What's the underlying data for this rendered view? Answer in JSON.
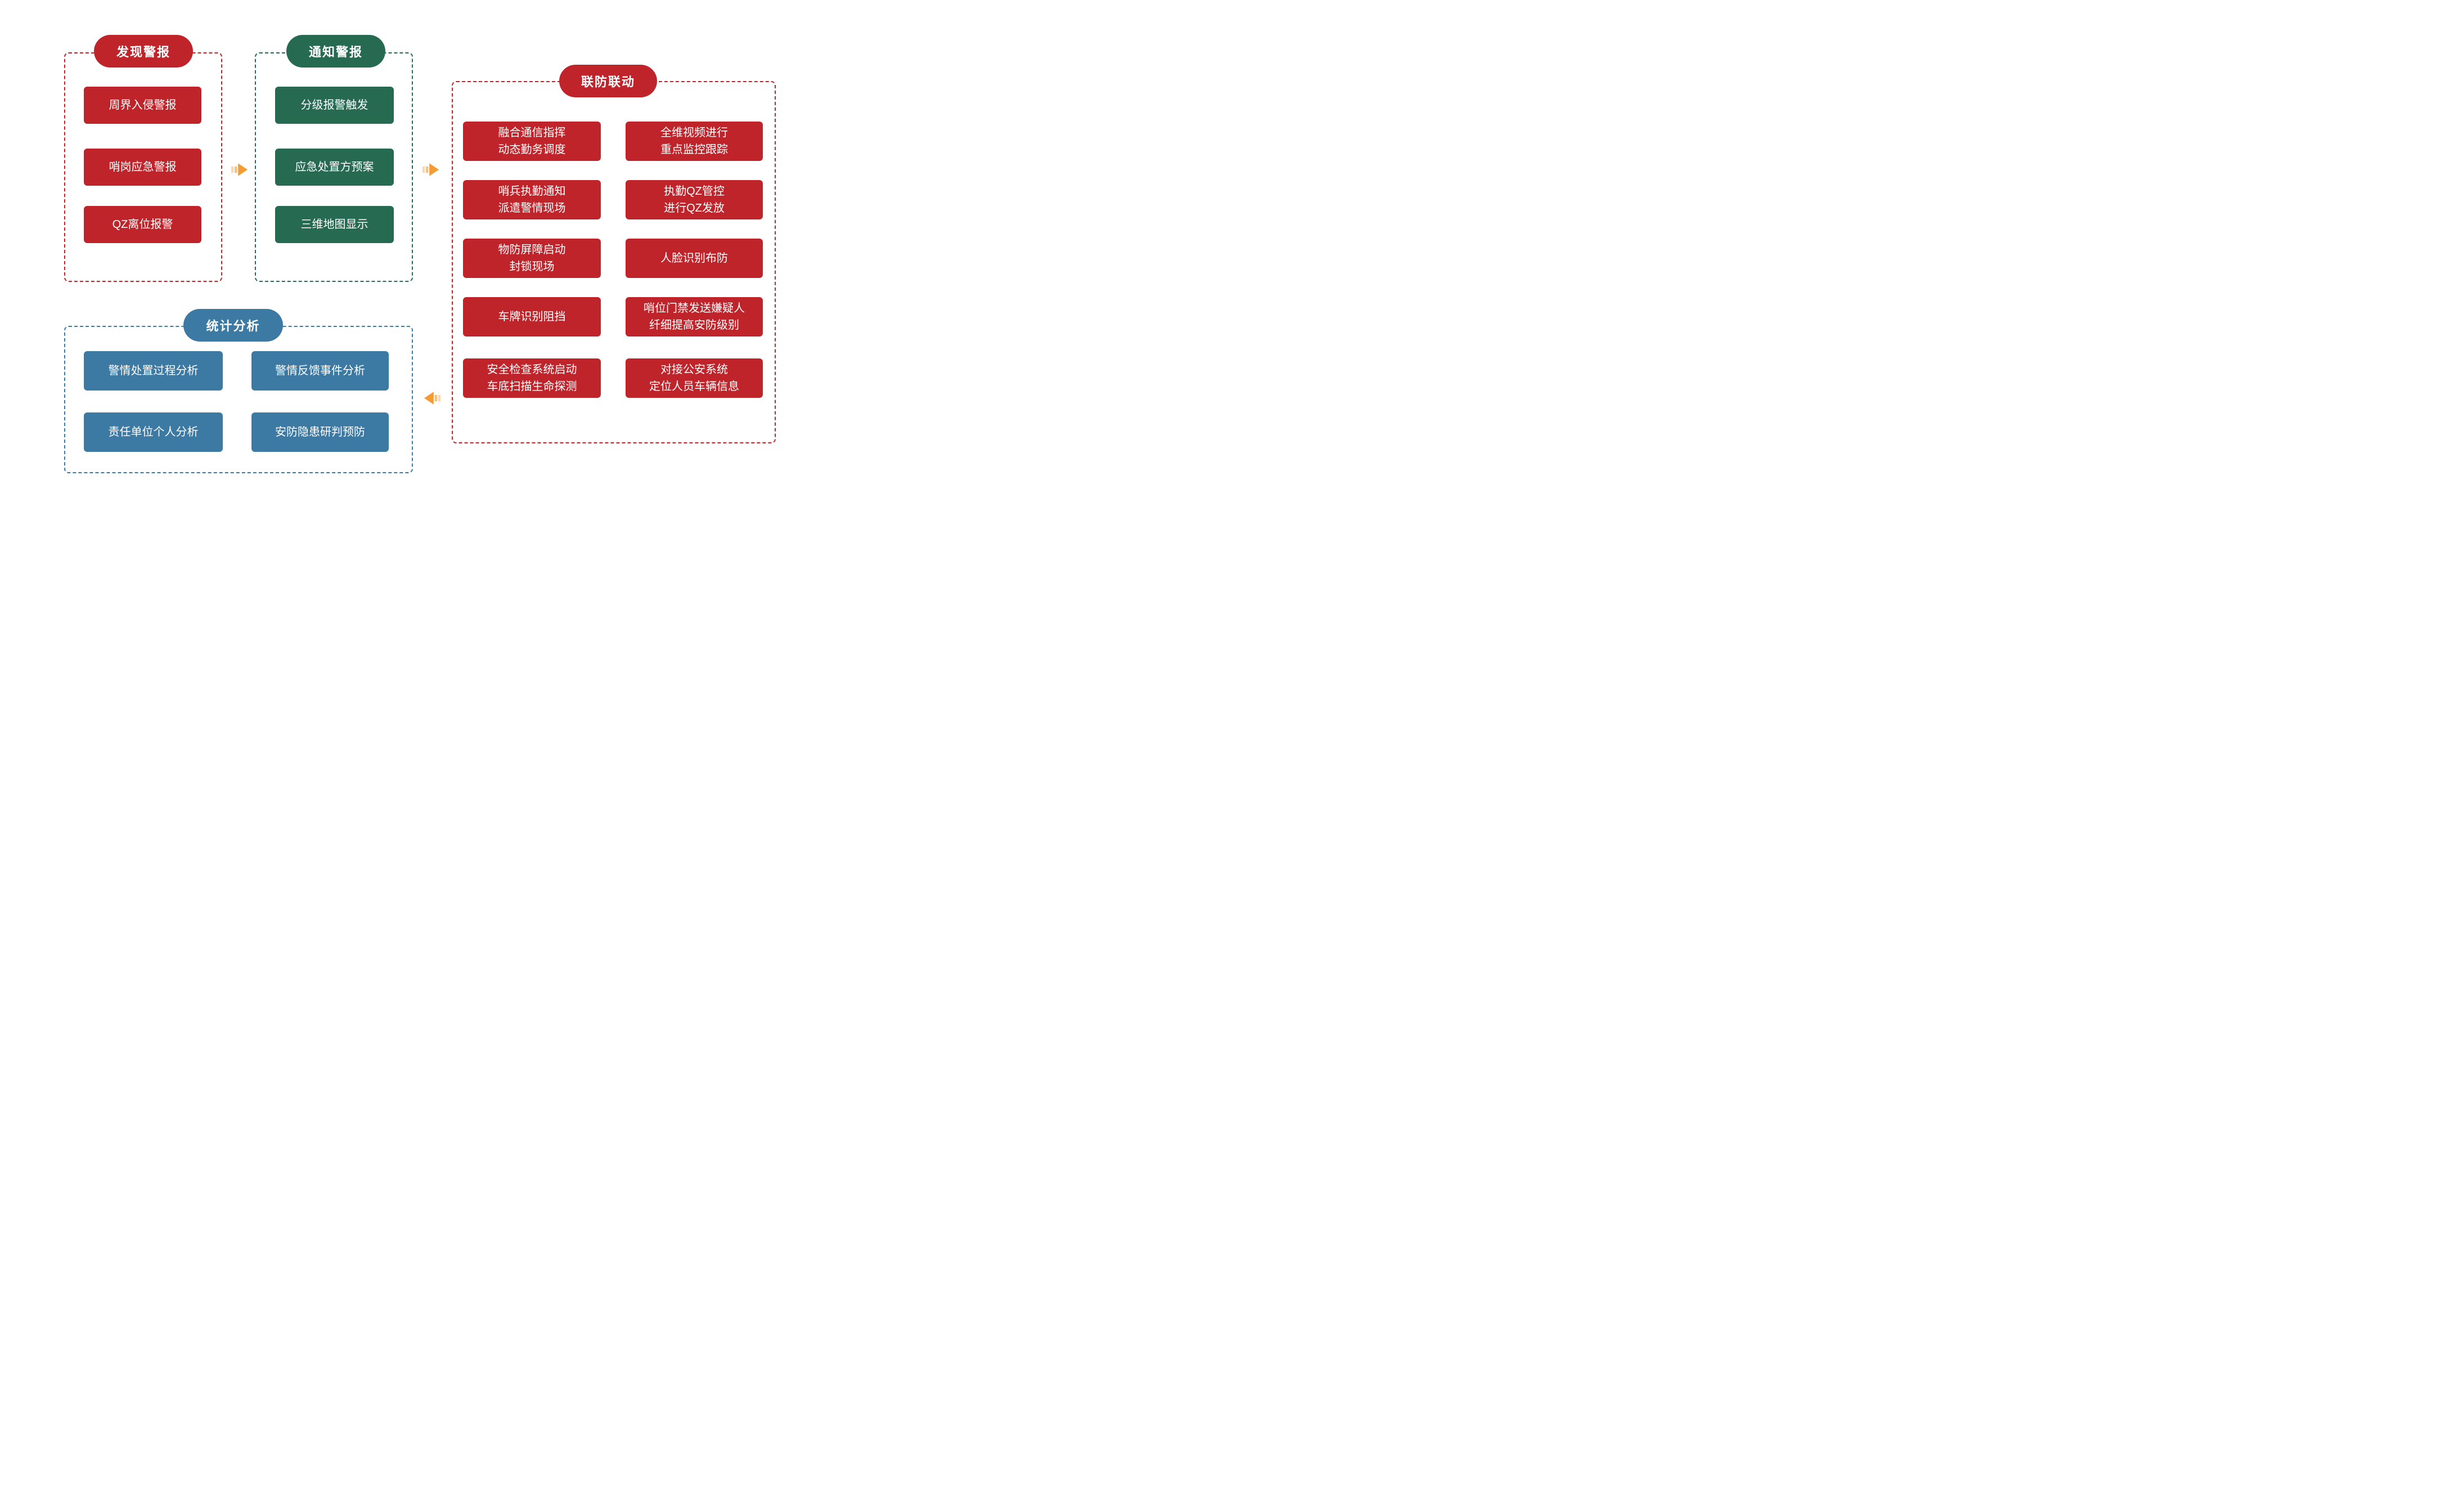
{
  "colors": {
    "red": "#C0242B",
    "green": "#266A51",
    "blue": "#3C79A3",
    "orange": "#F49C33",
    "background": "#FFFFFF"
  },
  "sections": [
    {
      "key": "discover-alarm",
      "title": "发现警报",
      "accent": "#C0242B",
      "items": [
        [
          "周界入侵警报"
        ],
        [
          "哨岗应急警报"
        ],
        [
          "QZ离位报警"
        ]
      ]
    },
    {
      "key": "notify-alarm",
      "title": "通知警报",
      "accent": "#266A51",
      "items": [
        [
          "分级报警触发"
        ],
        [
          "应急处置方预案"
        ],
        [
          "三维地图显示"
        ]
      ]
    },
    {
      "key": "joint-defense",
      "title": "联防联动",
      "accent": "#C0242B",
      "items_left": [
        [
          "融合通信指挥",
          "动态勤务调度"
        ],
        [
          "哨兵执勤通知",
          "派遣警情现场"
        ],
        [
          "物防屏障启动",
          "封锁现场"
        ],
        [
          "车牌识别阻挡"
        ],
        [
          "安全检查系统启动",
          "车底扫描生命探测"
        ]
      ],
      "items_right": [
        [
          "全维视频进行",
          "重点监控跟踪"
        ],
        [
          "执勤QZ管控",
          "进行QZ发放"
        ],
        [
          "人脸识别布防"
        ],
        [
          "哨位门禁发送嫌疑人",
          "纤细提高安防级别"
        ],
        [
          "对接公安系统",
          "定位人员车辆信息"
        ]
      ]
    },
    {
      "key": "statistics",
      "title": "统计分析",
      "accent": "#3C79A3",
      "items": [
        [
          "警情处置过程分析"
        ],
        [
          "警情反馈事件分析"
        ],
        [
          "责任单位个人分析"
        ],
        [
          "安防隐患研判预防"
        ]
      ]
    }
  ],
  "arrows": [
    {
      "name": "flow-arrow-1",
      "direction": "right"
    },
    {
      "name": "flow-arrow-2",
      "direction": "right"
    },
    {
      "name": "flow-arrow-3",
      "direction": "left"
    }
  ]
}
